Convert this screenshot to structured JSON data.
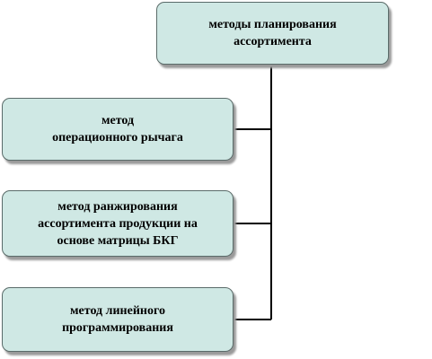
{
  "diagram": {
    "root": {
      "label": "методы планирования\nассортимента"
    },
    "children": [
      {
        "label": "метод\nоперационного рычага"
      },
      {
        "label": "метод ранжирования\nассортимента продукции на\nоснове матрицы БКГ"
      },
      {
        "label": "метод линейного\nпрограммирования"
      }
    ],
    "colors": {
      "box_fill": "#cfe8e4",
      "box_border": "#5a6b69",
      "connector": "#000000"
    }
  }
}
